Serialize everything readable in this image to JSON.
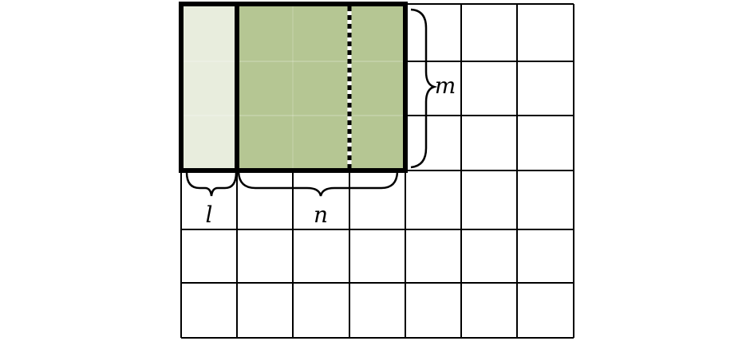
{
  "grid": {
    "columns": 7,
    "rows": 6
  },
  "highlight": {
    "columns_l": 1,
    "columns_n": 3,
    "rows_m": 3,
    "light_fill": "#e8eddd",
    "dark_fill": "#b5c693",
    "dashed_divider_after_column": 3
  },
  "labels": {
    "l": "l",
    "n": "n",
    "m": "m"
  },
  "colors": {
    "grid_line": "#000000",
    "background": "#ffffff"
  }
}
